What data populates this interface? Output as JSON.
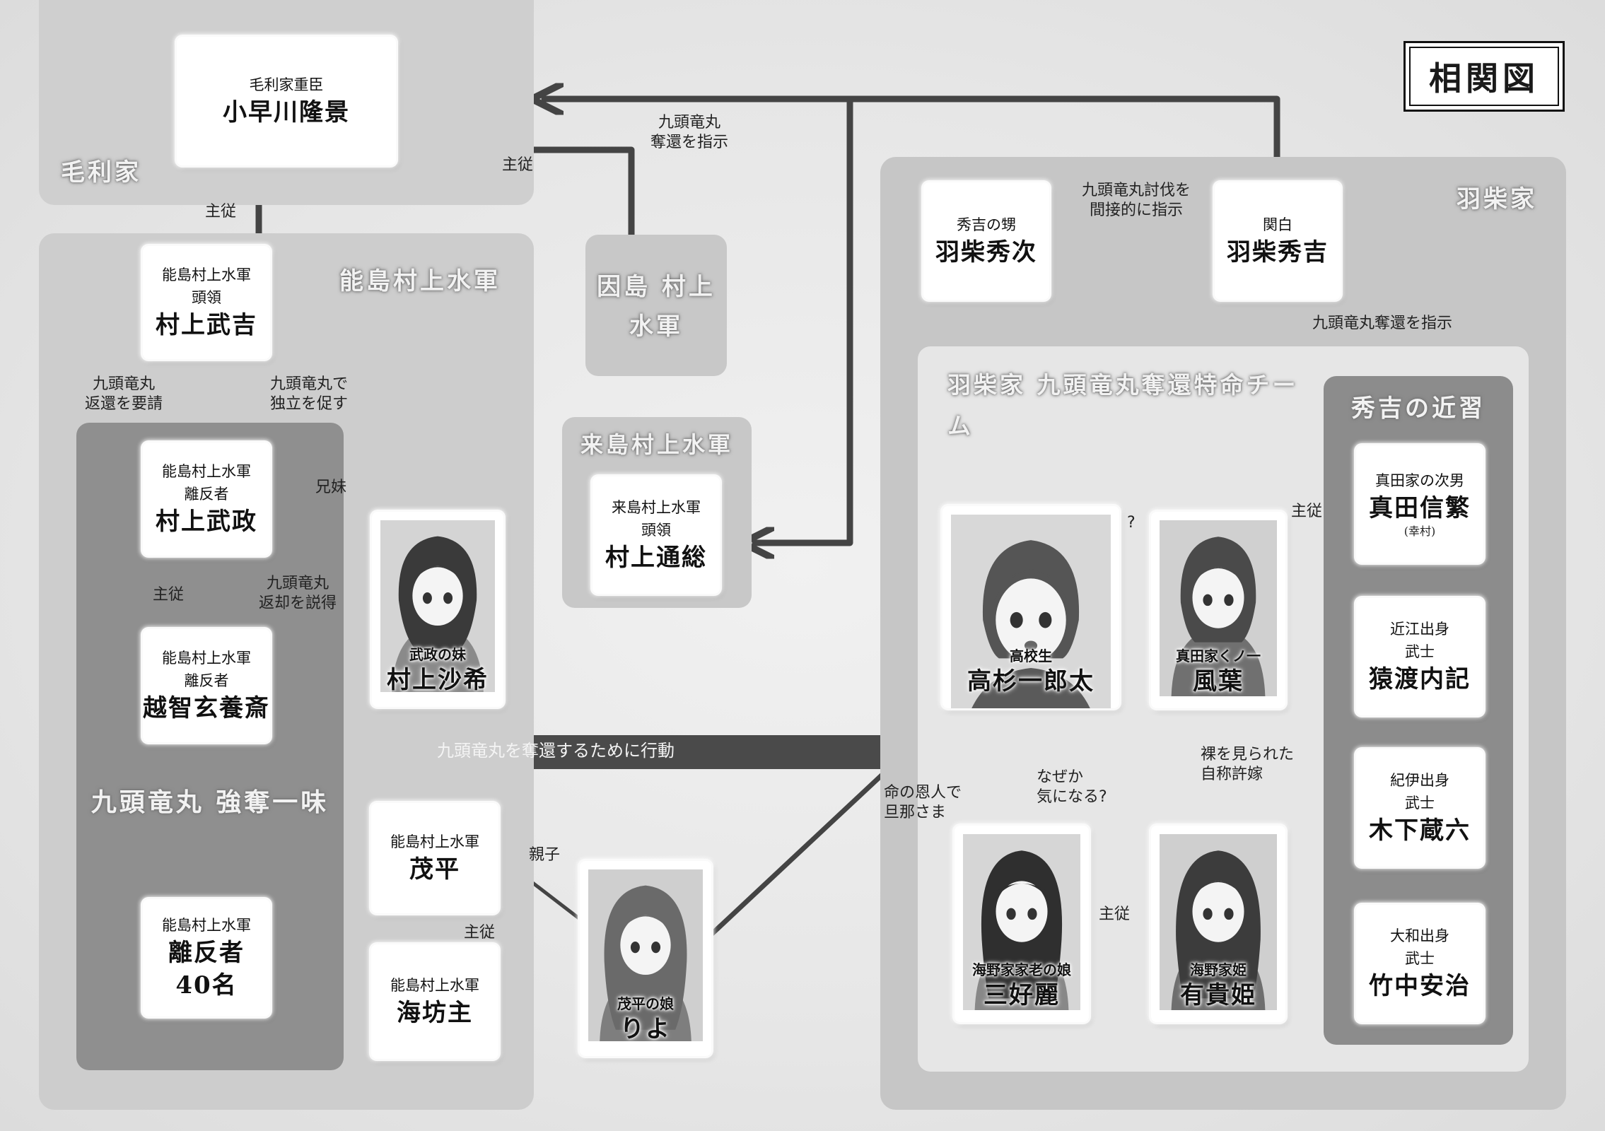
{
  "title": "相関図",
  "groups": {
    "mouri": "毛利家",
    "noshima": "能島村上水軍",
    "innoshima": "因島 村上水軍",
    "kurushima": "来島村上水軍",
    "hashiba": "羽柴家",
    "team": "羽柴家 九頭竜丸奪還特命チーム",
    "kinju": "秀吉の近習",
    "ikko": "九頭竜丸 強奪一味"
  },
  "characters": {
    "kobayakawa": {
      "sub": "毛利家重臣",
      "name": "小早川隆景"
    },
    "takeyoshi": {
      "sub1": "能島村上水軍",
      "sub2": "頭領",
      "name": "村上武吉"
    },
    "takemasa": {
      "sub1": "能島村上水軍",
      "sub2": "離反者",
      "name": "村上武政"
    },
    "ochi": {
      "sub1": "能島村上水軍",
      "sub2": "離反者",
      "name": "越智玄養斎"
    },
    "rihansha": {
      "sub": "能島村上水軍",
      "name1": "離反者",
      "name2": "40名"
    },
    "saki": {
      "sub": "武政の妹",
      "name": "村上沙希"
    },
    "mohei": {
      "sub": "能島村上水軍",
      "name": "茂平"
    },
    "kaibouzu": {
      "sub": "能島村上水軍",
      "name": "海坊主"
    },
    "riyo": {
      "sub": "茂平の娘",
      "name": "りよ"
    },
    "michifusa": {
      "sub1": "来島村上水軍",
      "sub2": "頭領",
      "name": "村上通総"
    },
    "hidetsugu": {
      "sub": "秀吉の甥",
      "name": "羽柴秀次"
    },
    "hideyoshi": {
      "sub": "関白",
      "name": "羽柴秀吉"
    },
    "takasugi": {
      "sub": "高校生",
      "name": "高杉一郎太"
    },
    "fuuka": {
      "sub": "真田家くノ一",
      "name": "風葉"
    },
    "miyoshi": {
      "sub": "海野家家老の娘",
      "name": "三好麗"
    },
    "yuki": {
      "sub": "海野家姫",
      "name": "有貴姫"
    },
    "sanada": {
      "sub": "真田家の次男",
      "name": "真田信繁",
      "note": "(幸村)"
    },
    "saruwatari": {
      "sub1": "近江出身",
      "sub2": "武士",
      "name": "猿渡内記"
    },
    "kinoshita": {
      "sub1": "紀伊出身",
      "sub2": "武士",
      "name": "木下蔵六"
    },
    "takenaka": {
      "sub1": "大和出身",
      "sub2": "武士",
      "name": "竹中安治"
    }
  },
  "edge_labels": {
    "shuju": "主従",
    "dakkan_shiji_1": "九頭竜丸",
    "dakkan_shiji_2": "奪還を指示",
    "toubatsu_1": "九頭竜丸討伐を",
    "toubatsu_2": "間接的に指示",
    "dakkan_shiji_full": "九頭竜丸奪還を指示",
    "henkan_1": "九頭竜丸",
    "henkan_2": "返還を要請",
    "dokuritsu_1": "九頭竜丸で",
    "dokuritsu_2": "独立を促す",
    "kyoudai": "兄妹",
    "henkyaku_1": "九頭竜丸",
    "henkyaku_2": "返却を説得",
    "koudou": "九頭竜丸を奪還するために行動",
    "oyako": "親子",
    "onjin_1": "命の恩人で",
    "onjin_2": "旦那さま",
    "nazeka_1": "なぜか",
    "nazeka_2": "気になる?",
    "hadaka_1": "裸を見られた",
    "hadaka_2": "自称許嫁",
    "question": "?"
  },
  "colors": {
    "arrow": "#444444",
    "group_light": "#cdcdcd",
    "group_dark": "#8e8e8e",
    "card": "#ffffff"
  }
}
